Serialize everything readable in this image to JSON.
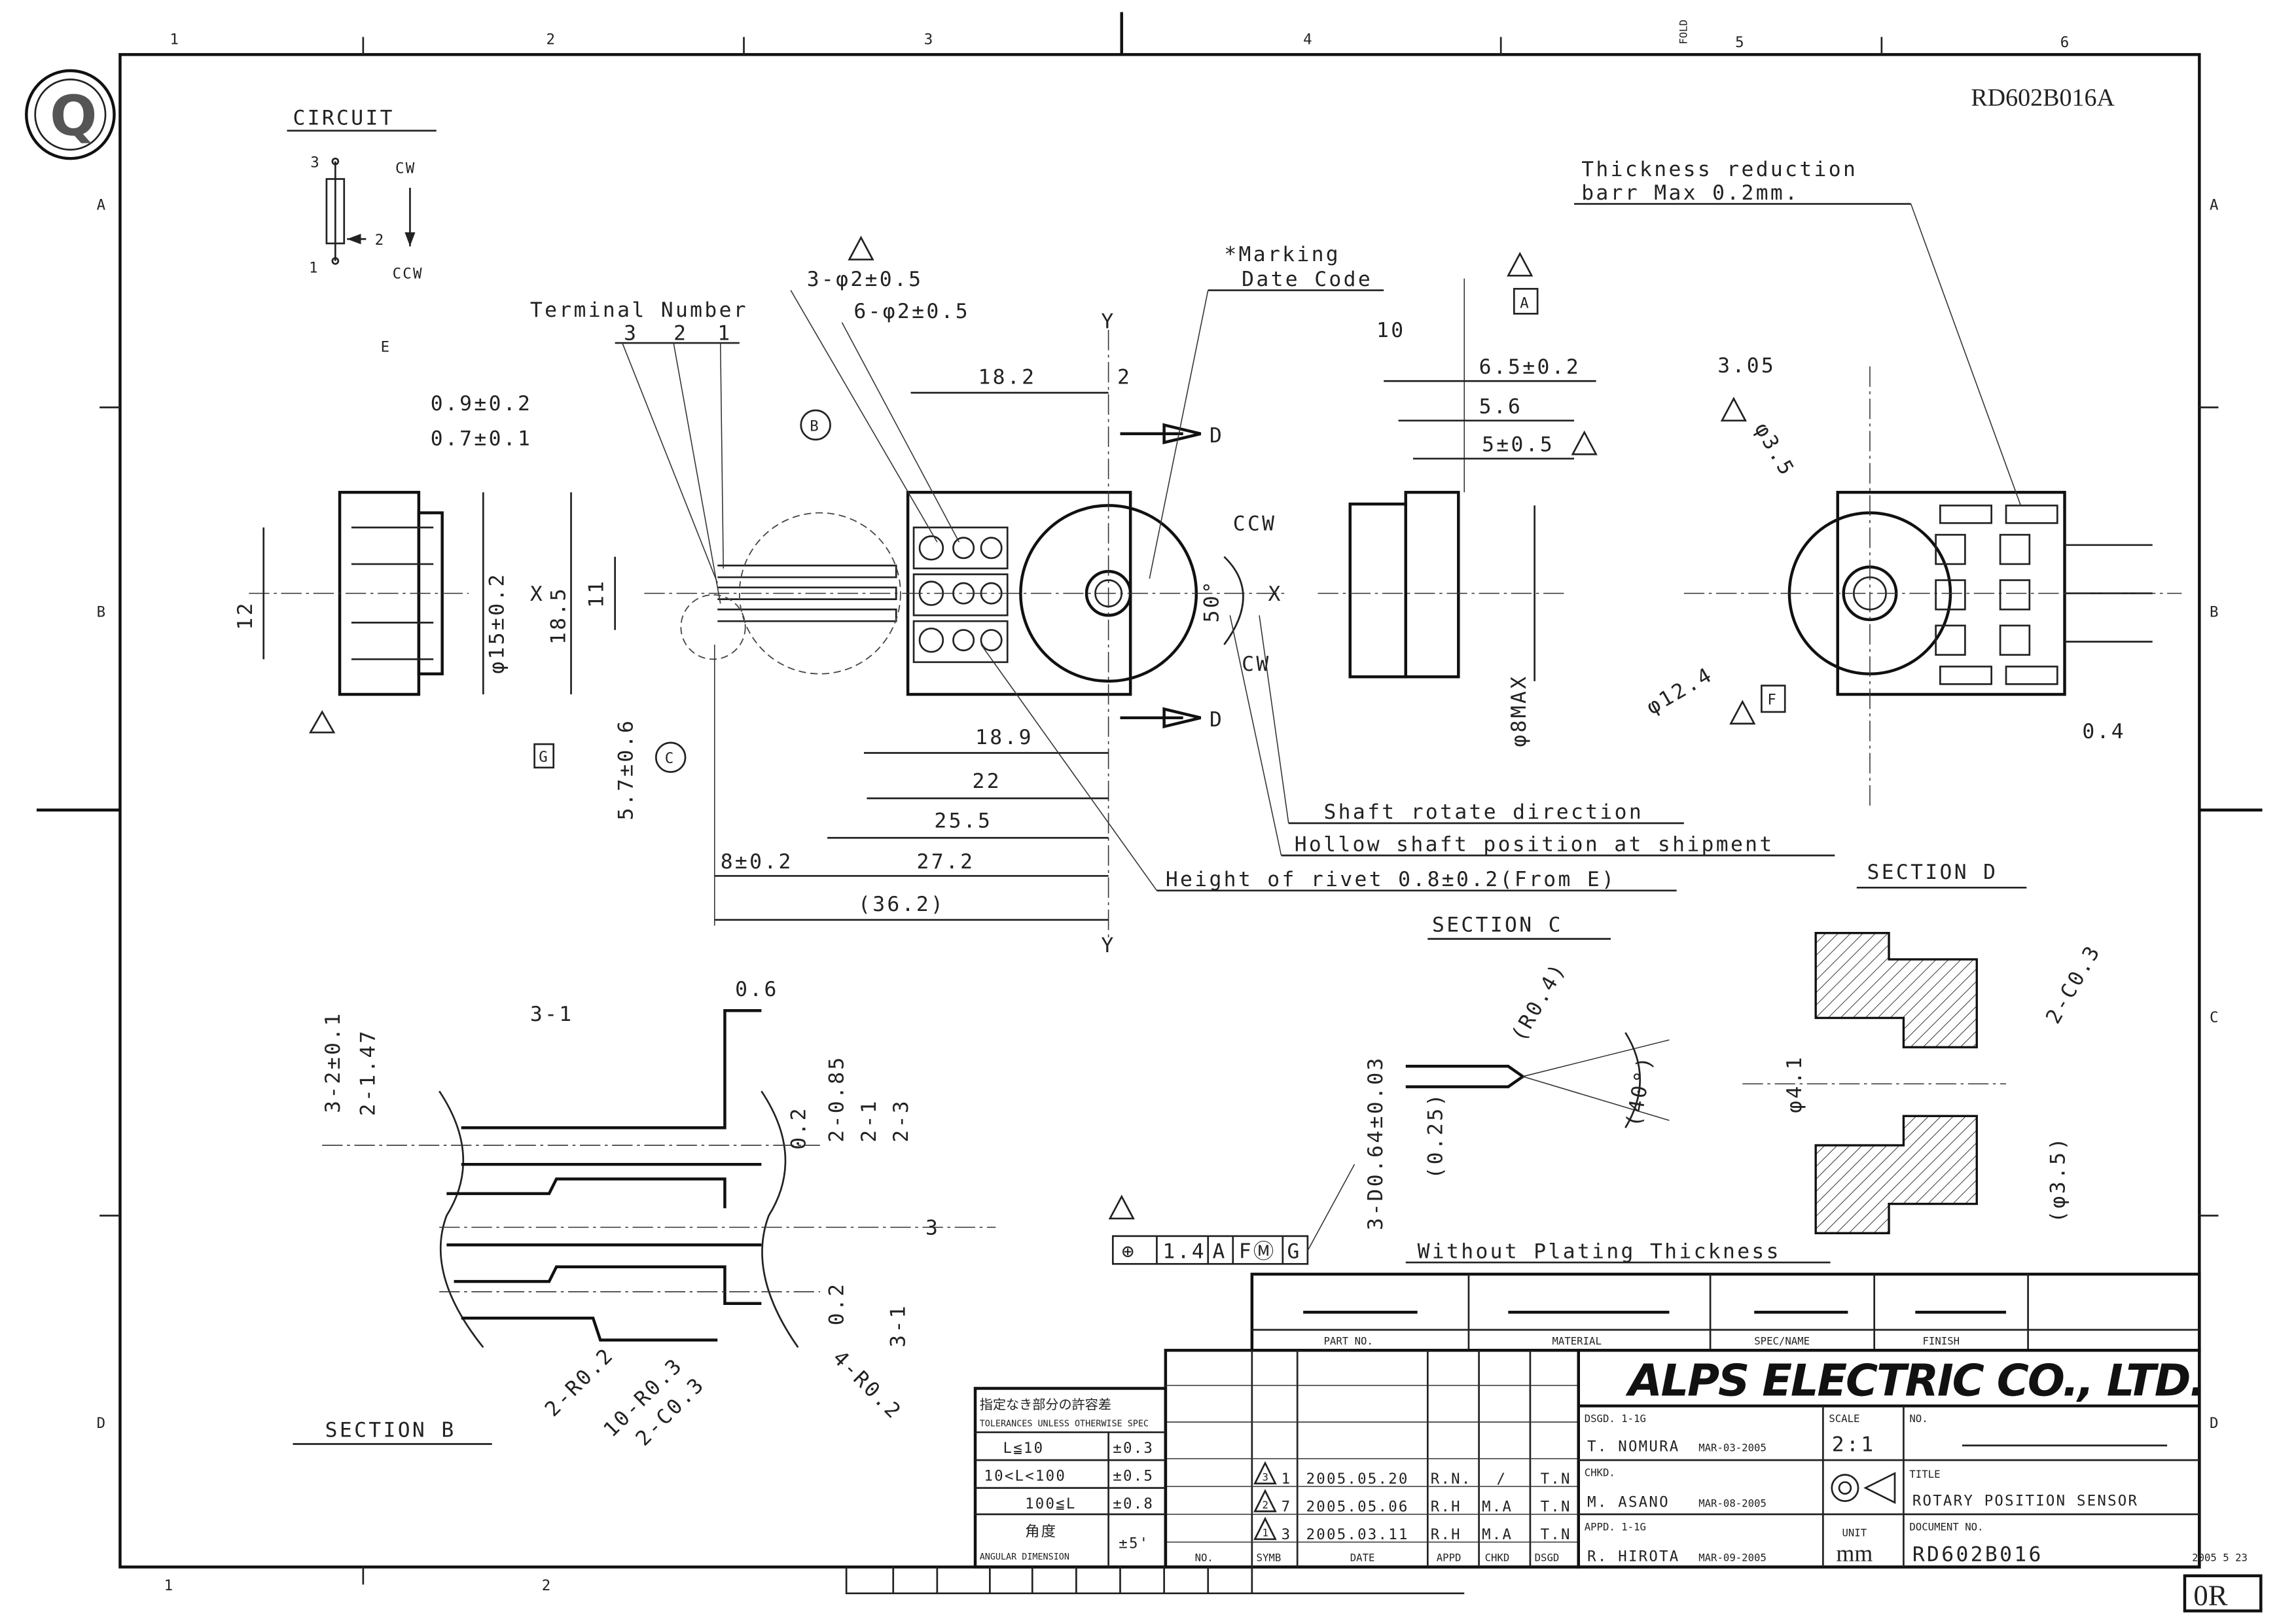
{
  "drawing_number_top": "RD602B016A",
  "zones_top": [
    "1",
    "2",
    "3",
    "4",
    "5",
    "6"
  ],
  "zones_bottom": [
    "1",
    "2"
  ],
  "zones_side": [
    "A",
    "B",
    "C",
    "D"
  ],
  "fold_label": "FOLD",
  "circuit": {
    "title": "CIRCUIT",
    "pin3": "3",
    "pin2": "2",
    "pin1": "1",
    "cw": "CW",
    "ccw": "CCW"
  },
  "front_view": {
    "terminal_number": "Terminal Number",
    "t3": "3",
    "t2": "2",
    "t1": "1",
    "holes_a": "3-φ2±0.5",
    "holes_b": "6-φ2±0.5",
    "marking": "*Marking",
    "date_code": "Date Code",
    "d182": "18.2",
    "d2": "2",
    "d": "D",
    "y": "Y",
    "x": "X",
    "d185": "18.5",
    "d11": "11",
    "d57": "5.7±0.6",
    "d189": "18.9",
    "d22": "22",
    "d255": "25.5",
    "d272": "27.2",
    "d8": "8±0.2",
    "d362": "(36.2)",
    "ccw": "CCW",
    "cw": "CW",
    "angle": "50°",
    "b": "B",
    "c": "C",
    "g": "G",
    "shaft_dir": "Shaft rotate direction",
    "hollow": "Hollow shaft position at shipment",
    "rivet": "Height of rivet 0.8±0.2(From E)"
  },
  "left_view": {
    "e": "E",
    "d09": "0.9±0.2",
    "d07": "0.7±0.1",
    "d12": "12",
    "d15": "φ15±0.2"
  },
  "side_view": {
    "d10": "10",
    "a": "A",
    "d65": "6.5±0.2",
    "d56": "5.6",
    "d5": "5±0.5",
    "d8max": "φ8MAX"
  },
  "rear_view": {
    "thickness1": "Thickness reduction",
    "thickness2": "barr Max 0.2mm.",
    "d305": "3.05",
    "d35": "φ3.5",
    "d124": "φ12.4",
    "f": "F",
    "d04": "0.4"
  },
  "section_b": {
    "title": "SECTION B",
    "a": "3-2±0.1",
    "b": "2-1.47",
    "c": "3-1",
    "d": "0.6",
    "e": "0.2",
    "f": "2-0.85",
    "g": "2-1",
    "h": "2-3",
    "i": "3",
    "j": "0.2",
    "k": "3-1",
    "l": "2-R0.2",
    "m": "10-R0.3",
    "n": "2-C0.3",
    "o": "4-R0.2"
  },
  "section_c": {
    "title": "SECTION C",
    "r": "(R0.4)",
    "ang": "(40°)",
    "d025": "(0.25)",
    "d064": "3-D0.64±0.03",
    "plating": "Without Plating Thickness"
  },
  "section_d": {
    "title": "SECTION D",
    "c03": "2-C0.3",
    "d41": "φ4.1",
    "d35": "(φ3.5)"
  },
  "fcf": {
    "sym": "⊕",
    "tol": "1.4",
    "a": "A",
    "m": "FⓂ",
    "g": "G"
  },
  "title_block": {
    "company": "ALPS ELECTRIC CO., LTD.",
    "part_no": "PART NO.",
    "material": "MATERIAL",
    "spec_name": "SPEC/NAME",
    "finish": "FINISH",
    "tol_jp": "指定なき部分の許容差",
    "tol_en": "TOLERANCES UNLESS OTHERWISE SPEC",
    "tol_rows": [
      [
        "L≦10",
        "±0.3"
      ],
      [
        "10<L<100",
        "±0.5"
      ],
      [
        "100≦L",
        "±0.8"
      ],
      [
        "角度",
        "±5'"
      ]
    ],
    "angular": "ANGULAR DIMENSION",
    "revisions": [
      {
        "symb": "3",
        "no": "1",
        "date": "2005.05.20",
        "appd": "R.N.",
        "chkd": "/",
        "dsgd": "T.N"
      },
      {
        "symb": "2",
        "no": "7",
        "date": "2005.05.06",
        "appd": "R.H",
        "chkd": "M.A",
        "dsgd": "T.N"
      },
      {
        "symb": "1",
        "no": "3",
        "date": "2005.03.11",
        "appd": "R.H",
        "chkd": "M.A",
        "dsgd": "T.N"
      }
    ],
    "col_no": "NO.",
    "col_symb": "SYMB",
    "col_date": "DATE",
    "col_appd": "APPD",
    "col_chkd": "CHKD",
    "col_dsgd": "DSGD",
    "dsgd_label": "DSGD. 1-1G",
    "dsgd_name": "T. NOMURA",
    "dsgd_date": "MAR-03-2005",
    "chkd_label": "CHKD.",
    "chkd_name": "M. ASANO",
    "chkd_date": "MAR-08-2005",
    "appd_label": "APPD. 1-1G",
    "appd_name": "R. HIROTA",
    "appd_date": "MAR-09-2005",
    "scale_label": "SCALE",
    "scale": "2:1",
    "unit_label": "UNIT",
    "unit": "mm",
    "no_label": "NO.",
    "title_label": "TITLE",
    "title": "ROTARY POSITION SENSOR",
    "doc_label": "DOCUMENT NO.",
    "doc": "RD602B016",
    "stamp": "2005 5 23",
    "rev": "0R"
  }
}
